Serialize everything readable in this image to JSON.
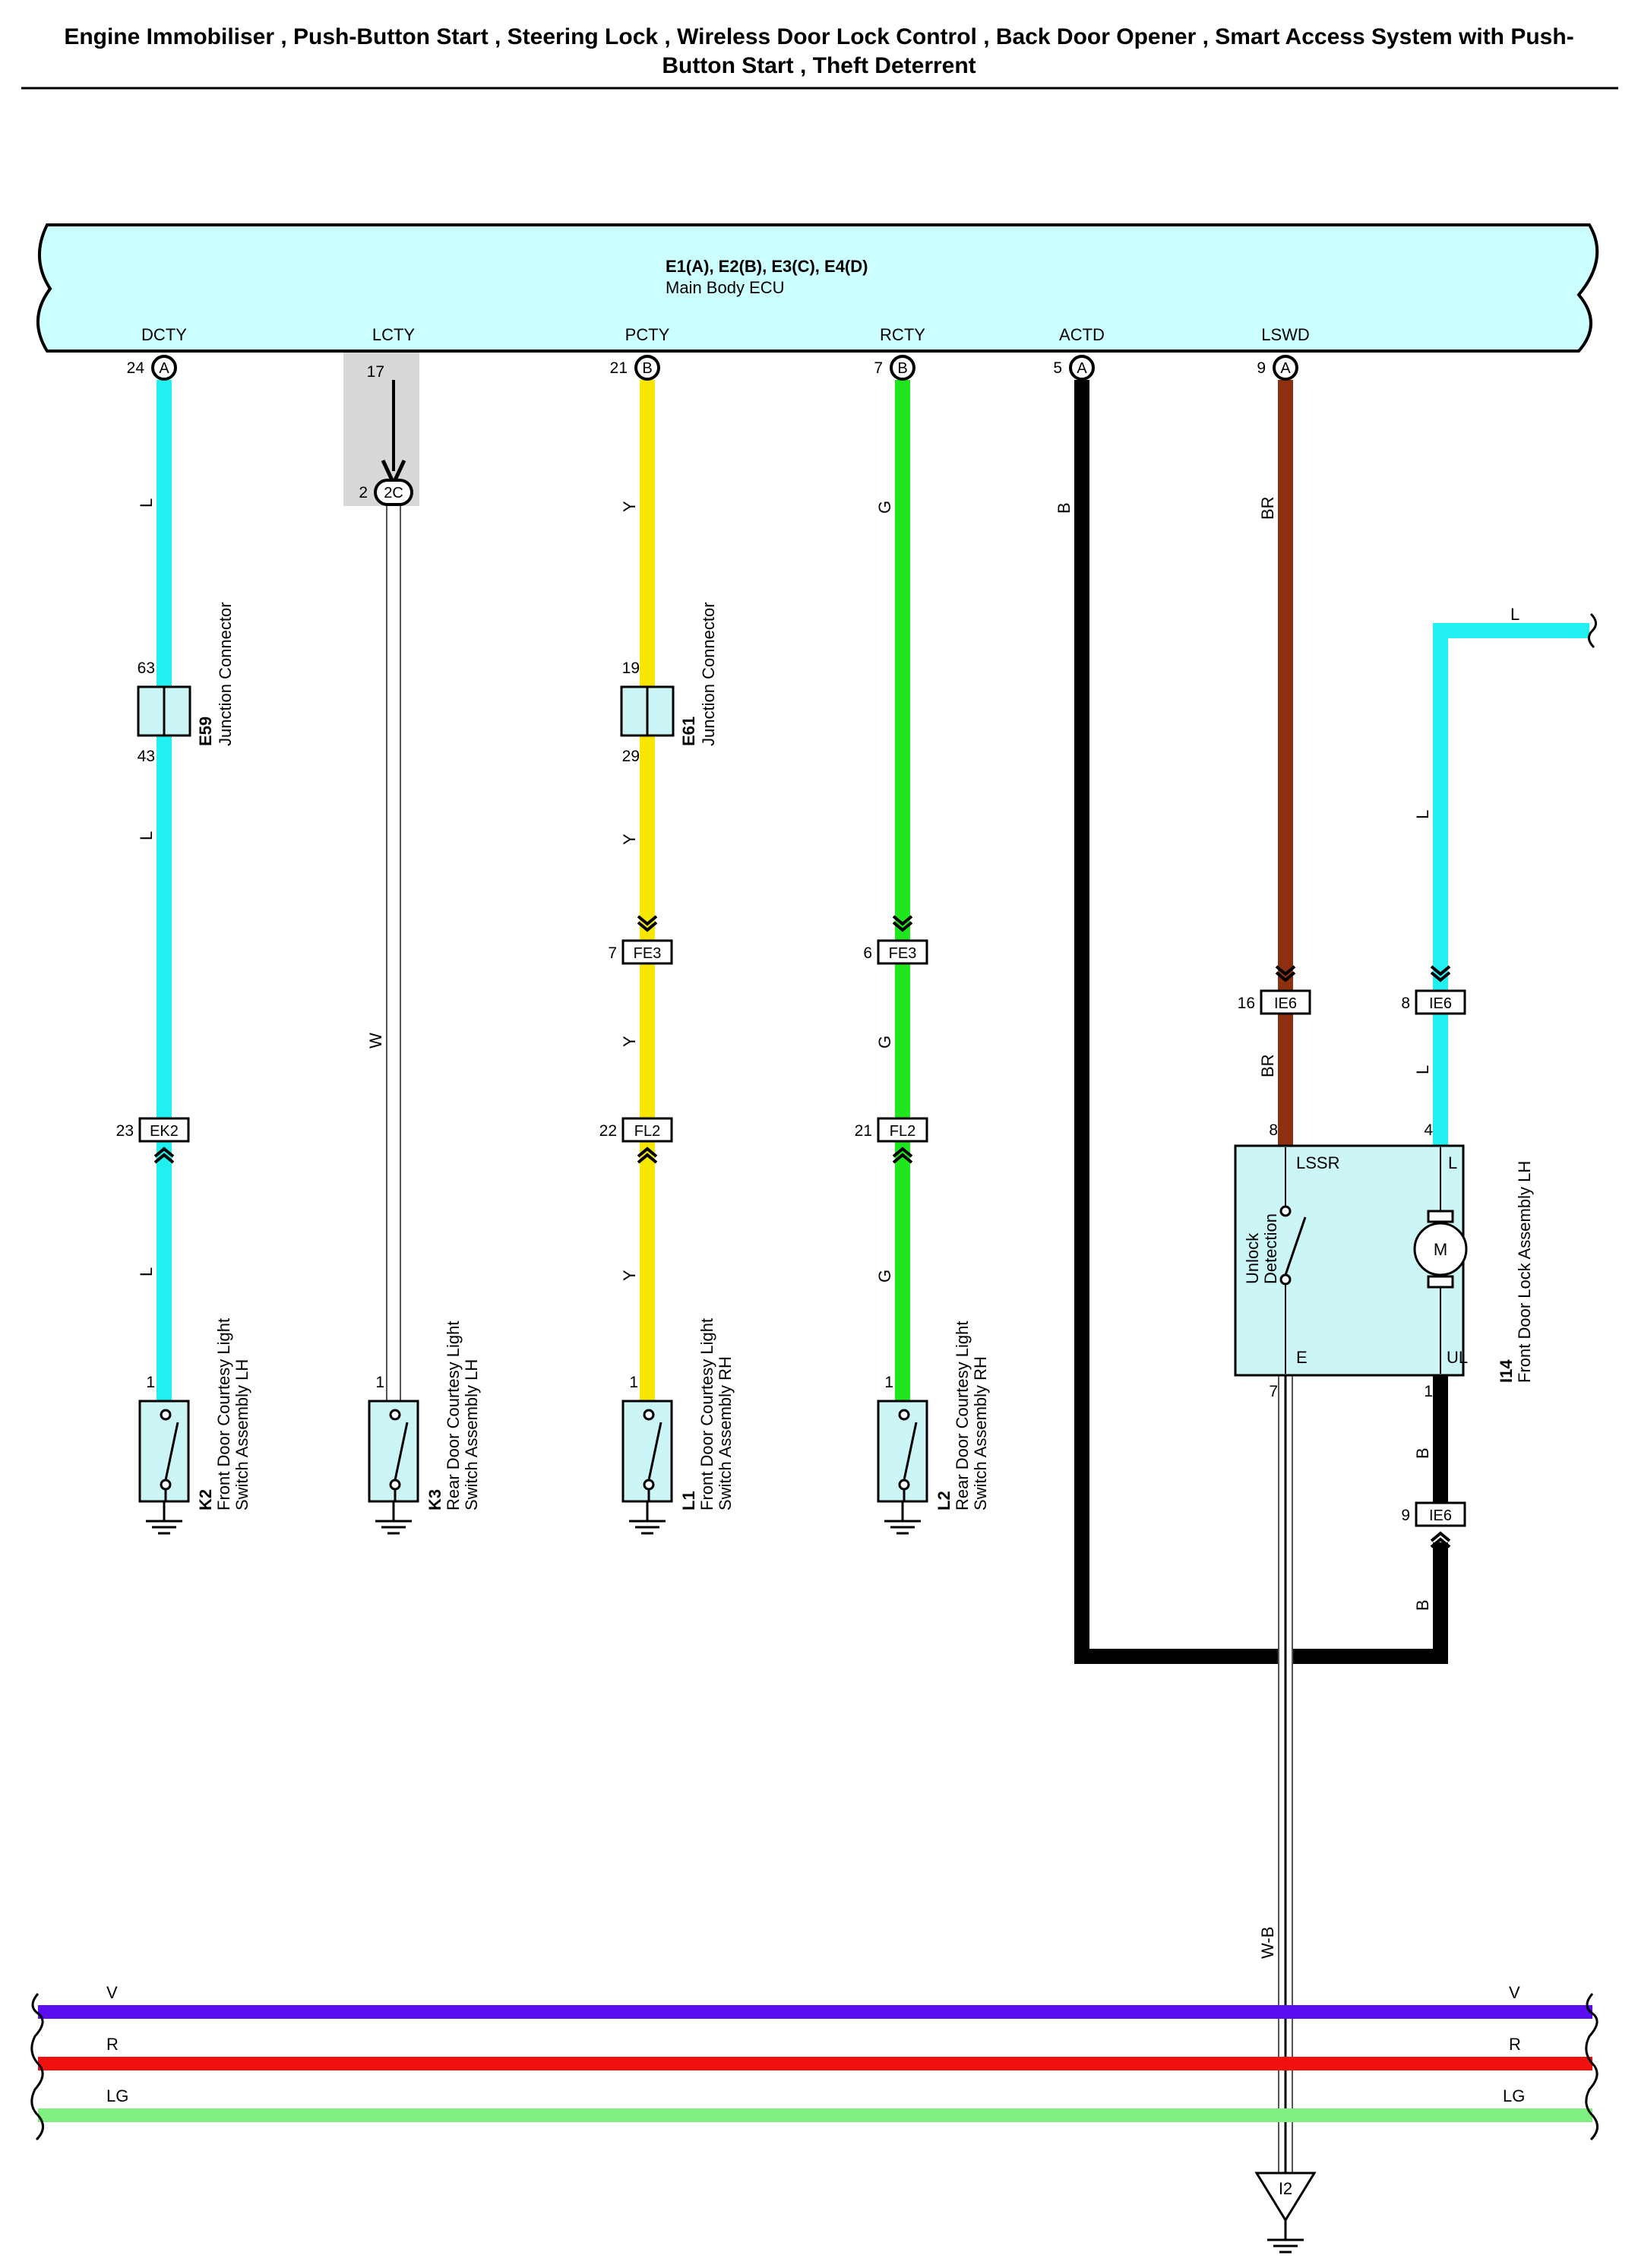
{
  "title_lines": [
    "Engine Immobiliser , Push-Button Start , Steering Lock , Wireless Door Lock Control , Back Door Opener , Smart Access System with Push-",
    "Button Start , Theft Deterrent"
  ],
  "ecu": {
    "connectors": "E1(A), E2(B), E3(C), E4(D)",
    "name": "Main Body ECU",
    "terminals": [
      {
        "name": "DCTY",
        "pin": "24",
        "connector": "A"
      },
      {
        "name": "LCTY",
        "pin": "17",
        "connector": ""
      },
      {
        "name": "PCTY",
        "pin": "21",
        "connector": "B"
      },
      {
        "name": "RCTY",
        "pin": "7",
        "connector": "B"
      },
      {
        "name": "ACTD",
        "pin": "5",
        "connector": "A"
      },
      {
        "name": "LSWD",
        "pin": "9",
        "connector": "A"
      }
    ]
  },
  "colors": {
    "L": "#22f0f0",
    "Y": "#f6e600",
    "G": "#1fe61f",
    "BR": "#8c3010",
    "B": "#000000",
    "W": "#ffffff",
    "V": "#5b0df2",
    "R": "#f01010",
    "LG": "#7ff07f",
    "ecu_fill": "#ccffff",
    "component_fill": "#ccf6f6",
    "shield_fill": "#d8d8d8"
  },
  "wire_labels": {
    "L": "L",
    "Y": "Y",
    "G": "G",
    "BR": "BR",
    "B": "B",
    "W": "W",
    "WB": "W-B",
    "V": "V",
    "R": "R",
    "LG": "LG"
  },
  "connectors": {
    "c2": {
      "id": "2C",
      "pin": "2"
    },
    "e59": {
      "id": "E59",
      "name": "Junction Connector",
      "pin_in": "63",
      "pin_out": "43"
    },
    "e61": {
      "id": "E61",
      "name": "Junction Connector",
      "pin_in": "19",
      "pin_out": "29"
    },
    "ek2": {
      "id": "EK2",
      "pin": "23"
    },
    "fe3_p": {
      "id": "FE3",
      "pin": "7"
    },
    "fe3_r": {
      "id": "FE3",
      "pin": "6"
    },
    "fl2_p": {
      "id": "FL2",
      "pin": "22"
    },
    "fl2_r": {
      "id": "FL2",
      "pin": "21"
    },
    "ie6_br": {
      "id": "IE6",
      "pin": "16"
    },
    "ie6_l": {
      "id": "IE6",
      "pin": "8"
    },
    "ie6_b": {
      "id": "IE6",
      "pin": "9"
    }
  },
  "switches": [
    {
      "code": "K2",
      "line1": "Front Door Courtesy Light",
      "line2": "Switch Assembly LH",
      "pin": "1"
    },
    {
      "code": "K3",
      "line1": "Rear Door Courtesy Light",
      "line2": "Switch Assembly LH",
      "pin": "1"
    },
    {
      "code": "L1",
      "line1": "Front Door Courtesy Light",
      "line2": "Switch Assembly RH",
      "pin": "1"
    },
    {
      "code": "L2",
      "line1": "Rear Door Courtesy Light",
      "line2": "Switch Assembly RH",
      "pin": "1"
    }
  ],
  "door_lock": {
    "code": "I14",
    "name": "Front Door Lock Assembly LH",
    "lssr": "LSSR",
    "l": "L",
    "e": "E",
    "ul": "UL",
    "motor": "M",
    "detect_line1": "Unlock",
    "detect_line2": "Detection",
    "pin_lssr": "8",
    "pin_l": "4",
    "pin_e": "7",
    "pin_ul": "1"
  },
  "ground_point": "I2"
}
